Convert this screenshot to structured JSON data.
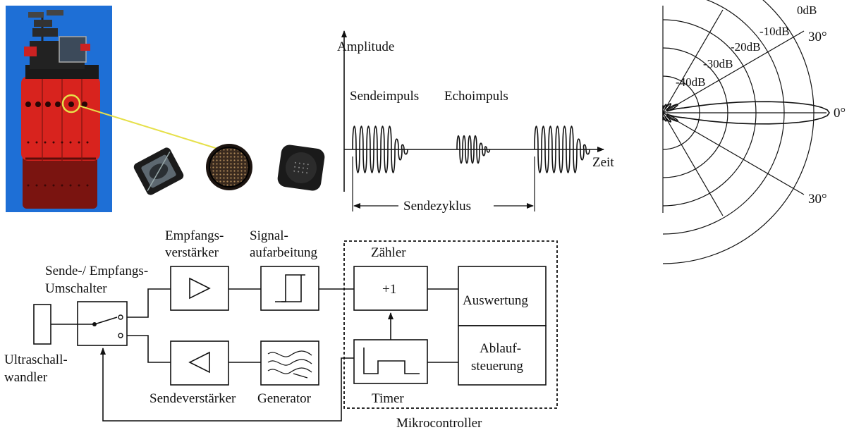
{
  "colors": {
    "robot_background": "#1e6fd6",
    "robot_body": "#d8231e",
    "highlight_circle": "#e6e04a",
    "ink": "#111111"
  },
  "signal_plot": {
    "ylabel": "Amplitude",
    "xlabel": "Zeit",
    "pulse_send": "Sendeimpuls",
    "pulse_echo": "Echoimpuls",
    "cycle": "Sendezyklus"
  },
  "polar_plot": {
    "db_labels": [
      "0dB",
      "-10dB",
      "-20dB",
      "-30dB",
      "-40dB"
    ],
    "angle_labels": [
      "30°",
      "0°",
      "30°"
    ]
  },
  "block_diagram": {
    "transducer": "Ultraschall-\nwandler",
    "transducer_l1": "Ultraschall-",
    "transducer_l2": "wandler",
    "switch_l1": "Sende-/ Empfangs-",
    "switch_l2": "Umschalter",
    "rx_amp_l1": "Empfangs-",
    "rx_amp_l2": "verstärker",
    "signal_l1": "Signal-",
    "signal_l2": "aufarbeitung",
    "counter": "Zähler",
    "counter_op": "+1",
    "evaluation": "Auswertung",
    "control_l1": "Ablauf-",
    "control_l2": "steuerung",
    "tx_amp": "Sendeverstärker",
    "generator": "Generator",
    "timer": "Timer",
    "mcu": "Mikrocontroller"
  }
}
